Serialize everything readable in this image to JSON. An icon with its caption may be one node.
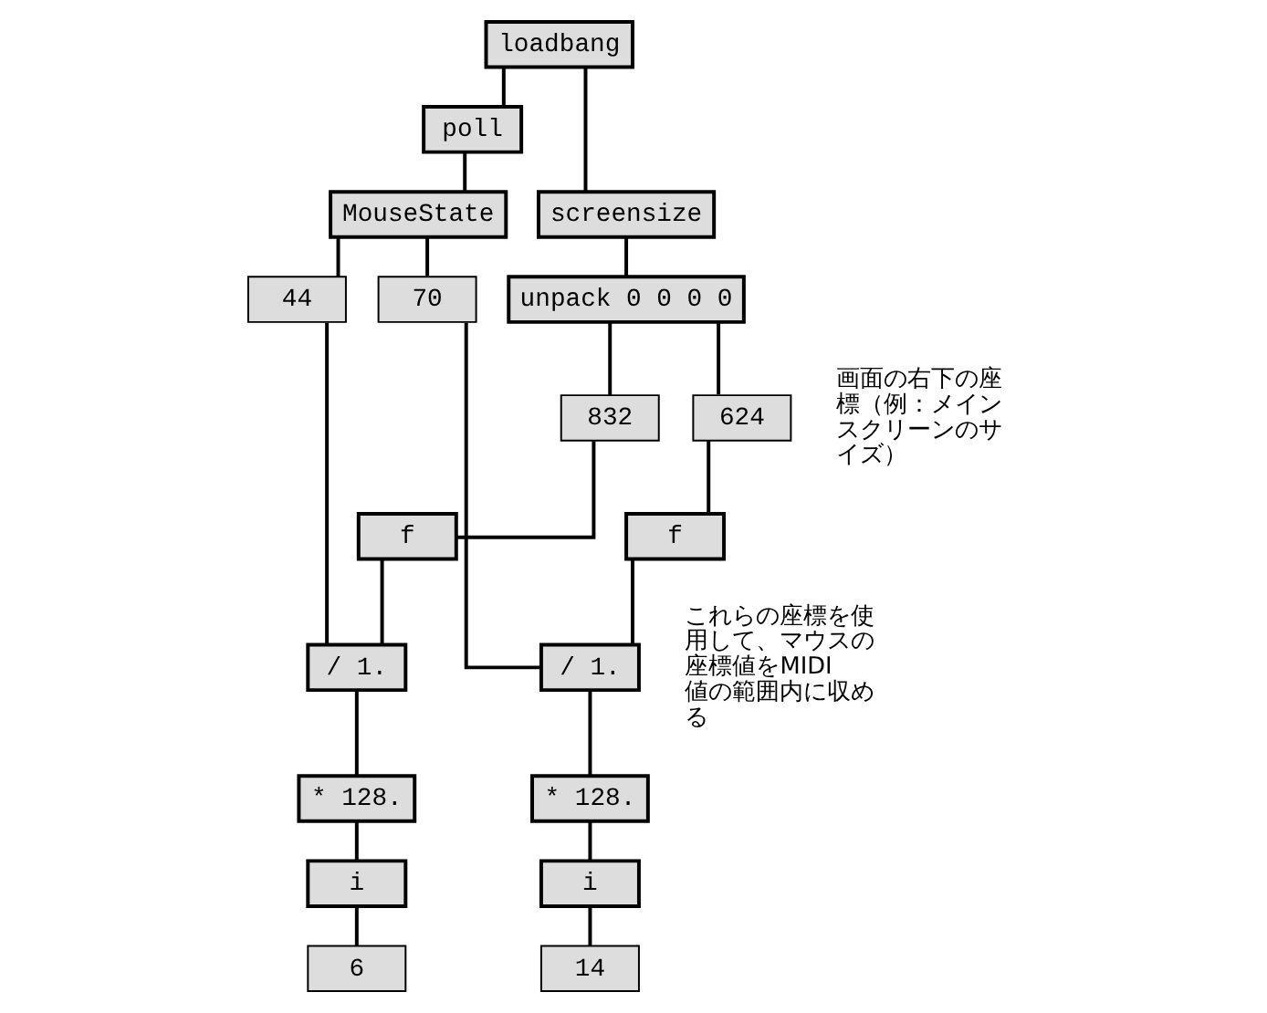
{
  "diagram": {
    "nodes": [
      {
        "text": [
          "loadbang"
        ]
      },
      {
        "text": [
          "poll"
        ]
      },
      {
        "text": [
          "MouseState"
        ]
      },
      {
        "text": [
          "screensize"
        ]
      },
      {
        "text": [
          "44"
        ]
      },
      {
        "text": [
          "70"
        ]
      },
      {
        "text": [
          "unpack 0 0 0 0"
        ]
      },
      {
        "text": [
          "832"
        ]
      },
      {
        "text": [
          "624"
        ]
      },
      {
        "text": [
          "f"
        ]
      },
      {
        "text": [
          "f"
        ]
      },
      {
        "text": [
          "/ 1."
        ]
      },
      {
        "text": [
          "/ 1."
        ]
      },
      {
        "text": [
          "* 128."
        ]
      },
      {
        "text": [
          "* 128."
        ]
      },
      {
        "text": [
          "i"
        ]
      },
      {
        "text": [
          "i"
        ]
      },
      {
        "text": [
          "6"
        ]
      },
      {
        "text": [
          "14"
        ]
      }
    ],
    "edges": [
      {
        "from": 0,
        "to": 1,
        "arrow": "none"
      },
      {
        "from": 0,
        "to": 3,
        "arrow": "none"
      },
      {
        "from": 1,
        "to": 2,
        "arrow": "none"
      },
      {
        "from": 2,
        "to": 4,
        "arrow": "none"
      },
      {
        "from": 2,
        "to": 5,
        "arrow": "none"
      },
      {
        "from": 3,
        "to": 6,
        "arrow": "none"
      },
      {
        "from": 6,
        "to": 7,
        "arrow": "none"
      },
      {
        "from": 6,
        "to": 8,
        "arrow": "none"
      },
      {
        "from": 7,
        "to": 9,
        "arrow": "none"
      },
      {
        "from": 8,
        "to": 10,
        "arrow": "none"
      },
      {
        "from": 4,
        "to": 11,
        "arrow": "none"
      },
      {
        "from": 9,
        "to": 11,
        "arrow": "none"
      },
      {
        "from": 5,
        "to": 12,
        "arrow": "none"
      },
      {
        "from": 10,
        "to": 12,
        "arrow": "none"
      },
      {
        "from": 11,
        "to": 13,
        "arrow": "none"
      },
      {
        "from": 12,
        "to": 14,
        "arrow": "none"
      },
      {
        "from": 13,
        "to": 15,
        "arrow": "none"
      },
      {
        "from": 14,
        "to": 16,
        "arrow": "none"
      },
      {
        "from": 15,
        "to": 17,
        "arrow": "none"
      },
      {
        "from": 16,
        "to": 18,
        "arrow": "none"
      }
    ],
    "labels": [
      "画面の右下の座標（例：メインスクリーンのサイズ）",
      "これらの座標を使用して、マウスの座標値をMIDI値の範囲内に収める"
    ]
  }
}
